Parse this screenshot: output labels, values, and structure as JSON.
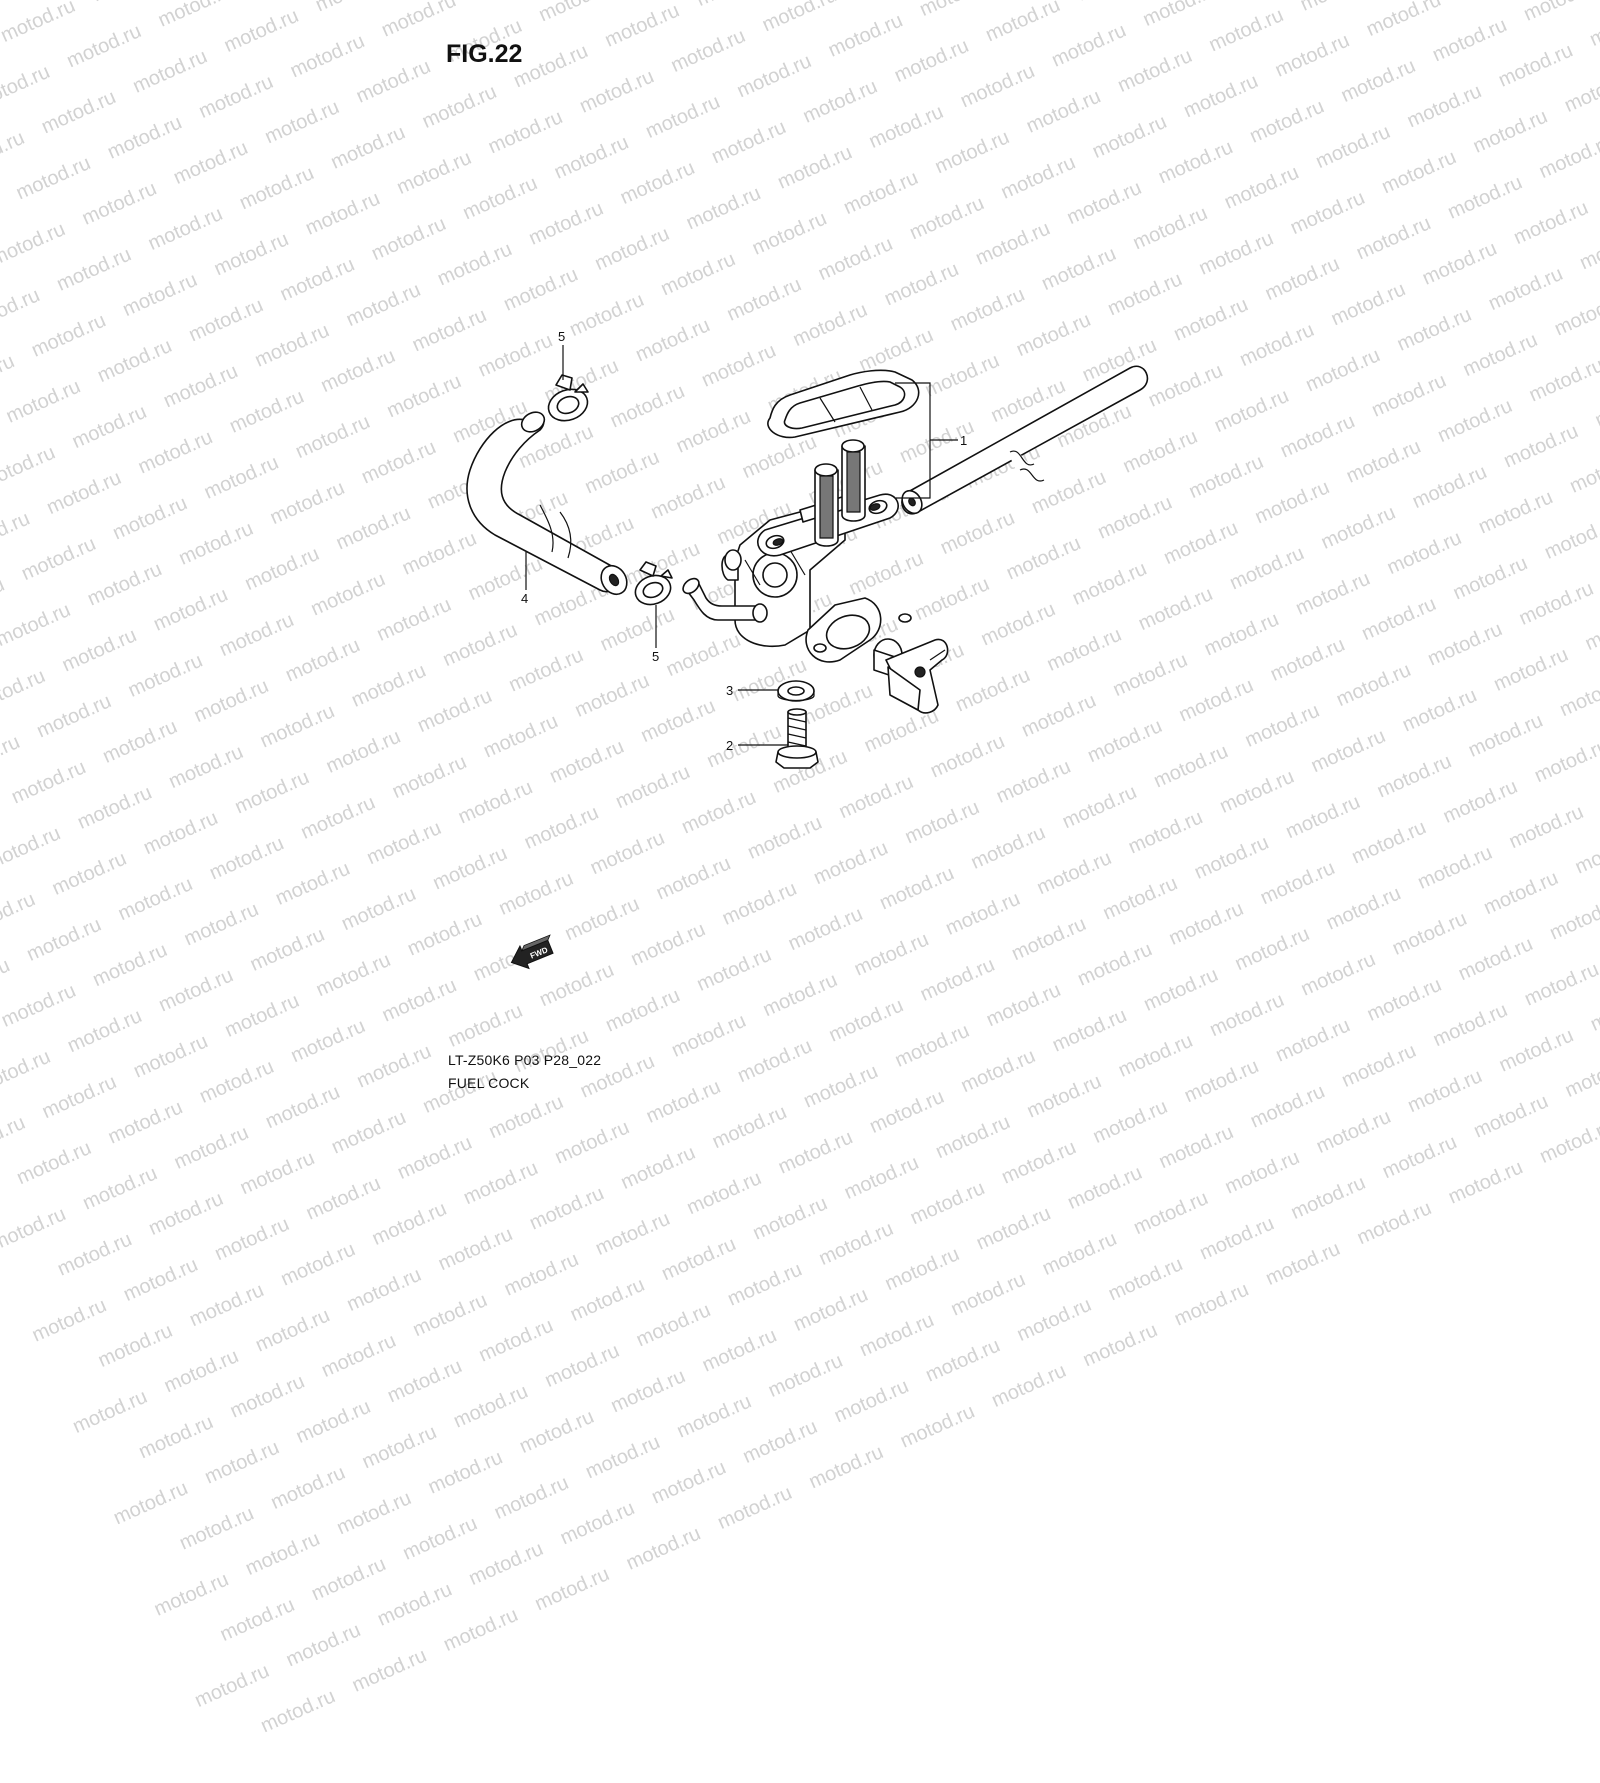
{
  "figure_title": "FIG.22",
  "caption": {
    "code": "LT-Z50K6 P03 P28_022",
    "name": "FUEL COCK"
  },
  "callouts": {
    "fuel_cock_assy": "1",
    "bolt": "2",
    "washer": "3",
    "hose": "4",
    "clamp_upper": "5",
    "clamp_lower": "5"
  },
  "fwd_label": "FWD",
  "watermark_text": "motod.ru"
}
